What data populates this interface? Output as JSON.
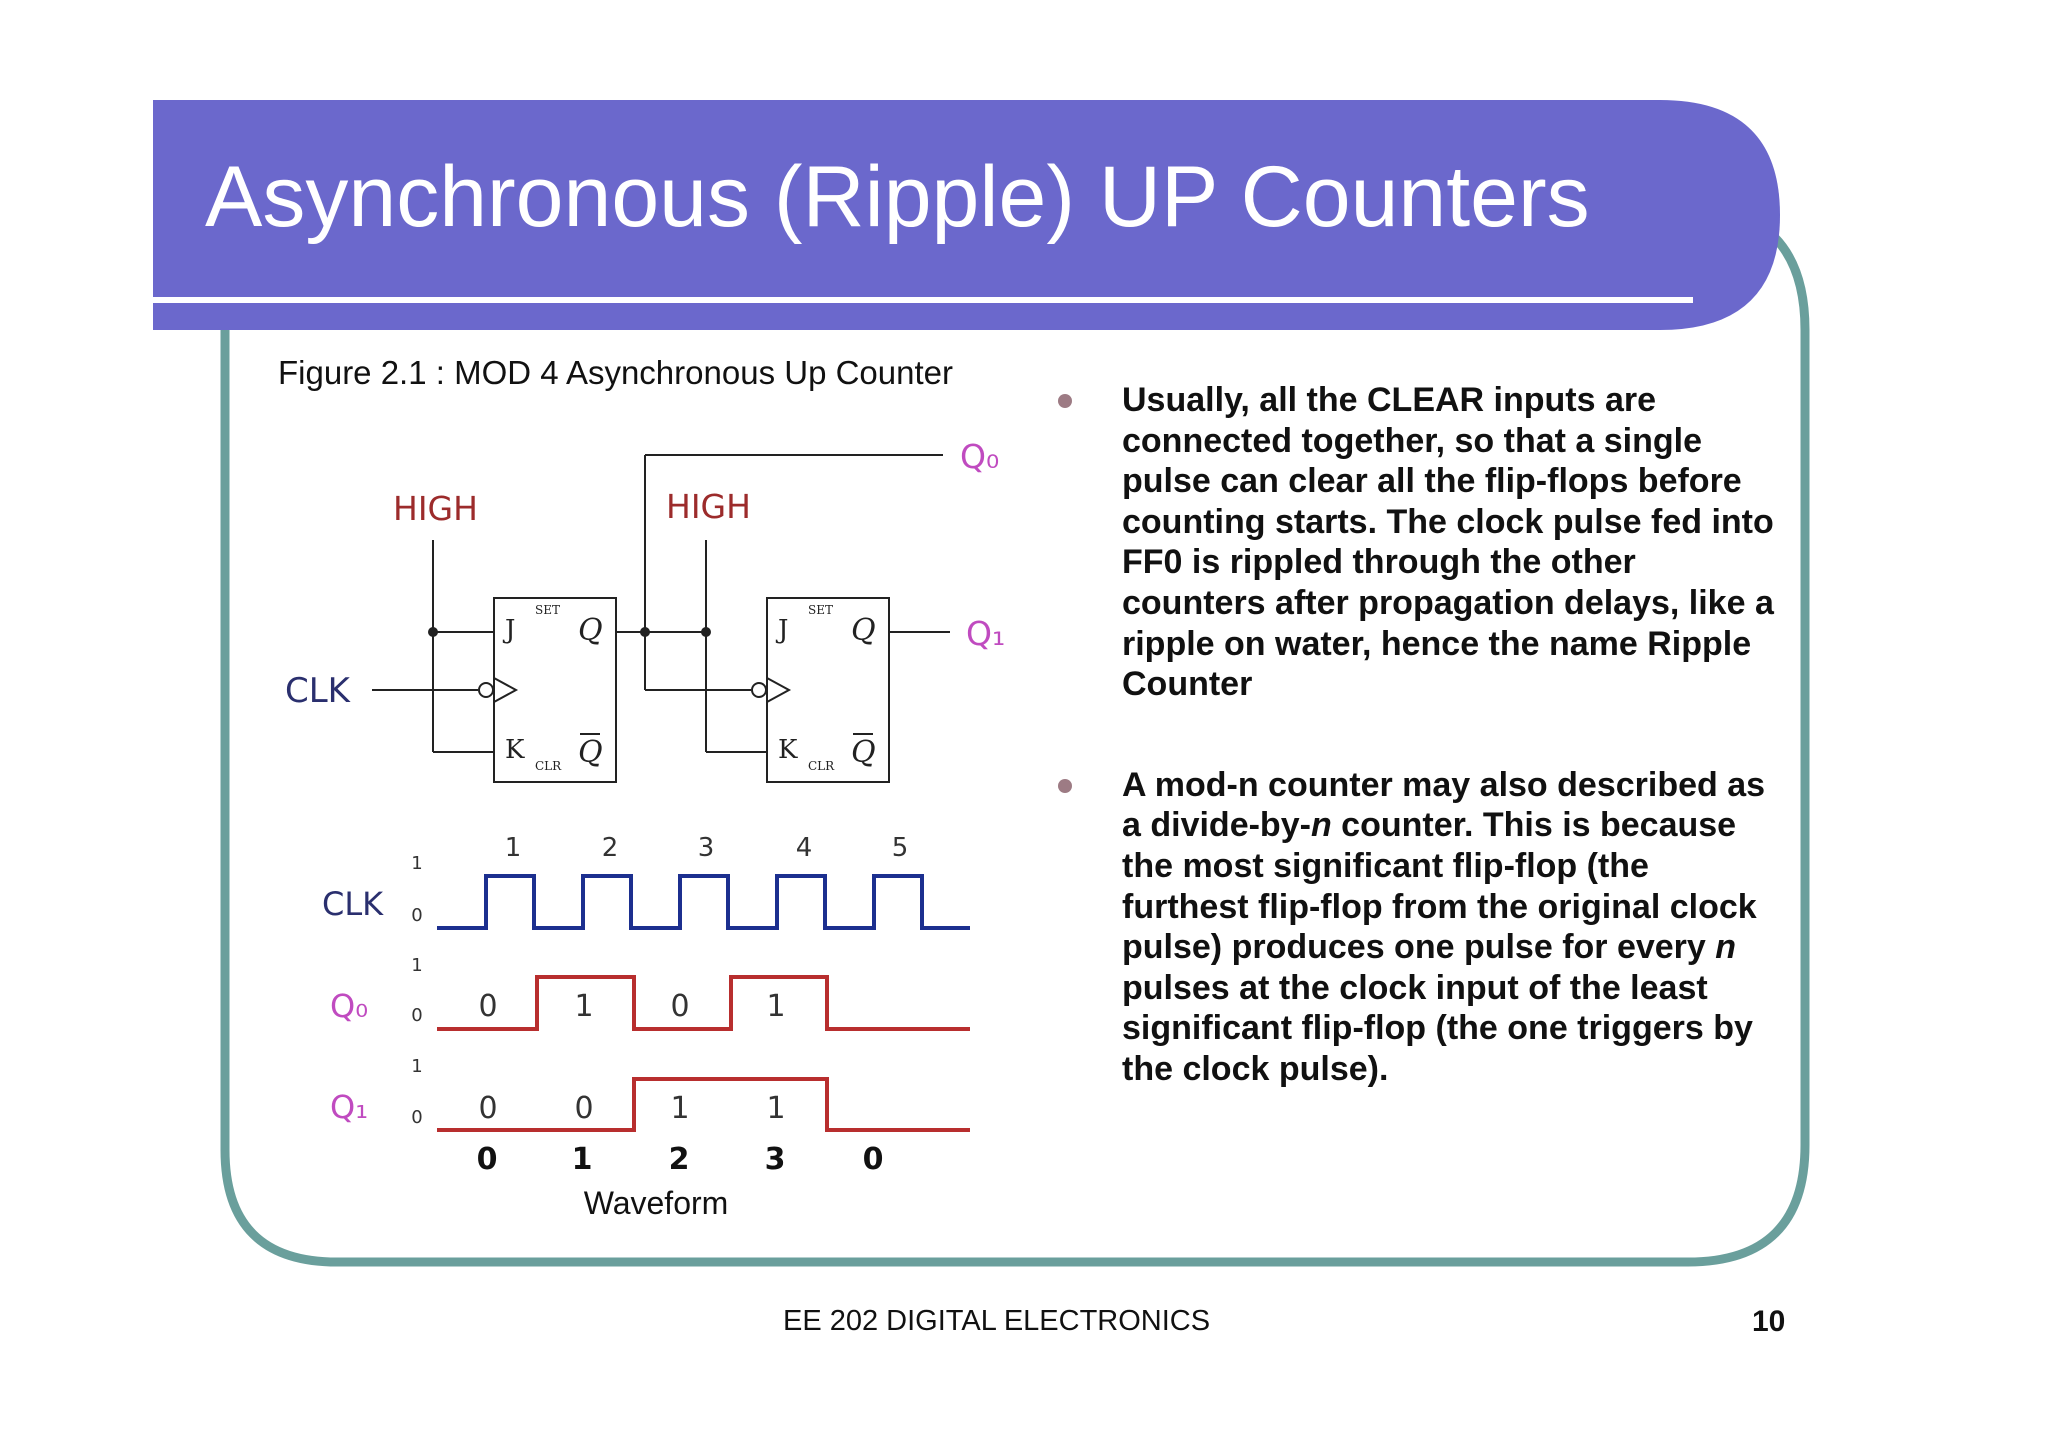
{
  "slide": {
    "title": "Asynchronous (Ripple) UP Counters",
    "footer": "EE 202  DIGITAL ELECTRONICS",
    "page_number": "10",
    "colors": {
      "header": "#6b68cc",
      "frame": "#6a9f9c",
      "clk_wave": "#1c2f8f",
      "q_wave": "#b82e2e",
      "bullet": "#9d7b84"
    }
  },
  "figure": {
    "caption": "Figure  2.1 : MOD 4 Asynchronous Up Counter",
    "circuit": {
      "high_1": "HIGH",
      "high_2": "HIGH",
      "clk": "CLK",
      "q0": "Q₀",
      "q1": "Q₁",
      "ff": {
        "j": "J",
        "k": "K",
        "set": "SET",
        "clr": "CLR",
        "q": "Q",
        "qbar": "Q"
      }
    },
    "waveform": {
      "caption": "Waveform",
      "pulse_numbers": [
        "1",
        "2",
        "3",
        "4",
        "5"
      ],
      "rows": [
        {
          "name": "CLK",
          "high": "1",
          "low": "0",
          "levels": [
            1,
            0,
            1,
            0,
            1,
            0,
            1,
            0,
            1,
            0,
            0
          ]
        },
        {
          "name": "Q₀",
          "high": "1",
          "low": "0",
          "levels": [
            0,
            1,
            0,
            1,
            0
          ],
          "values": [
            "0",
            "1",
            "0",
            "1"
          ]
        },
        {
          "name": "Q₁",
          "high": "1",
          "low": "0",
          "levels": [
            0,
            0,
            1,
            1,
            0
          ],
          "values": [
            "0",
            "0",
            "1",
            "1"
          ]
        }
      ],
      "counts": [
        "0",
        "1",
        "2",
        "3",
        "0"
      ]
    }
  },
  "bullets": [
    "Usually, all the CLEAR inputs are connected together, so that a single pulse can clear all the flip-flops before counting starts.  The clock pulse fed into FF0 is rippled through the other counters after propagation delays, like a ripple on water, hence the name Ripple Counter",
    {
      "pre": "A mod-n counter may also described as a divide-by-",
      "n1": "n",
      "mid": " counter.  This is because the most significant flip-flop (the furthest flip-flop from the original clock pulse) produces one pulse for every ",
      "n2": "n",
      "post": " pulses at the clock input of the least significant flip-flop (the one triggers by the clock pulse)."
    }
  ]
}
